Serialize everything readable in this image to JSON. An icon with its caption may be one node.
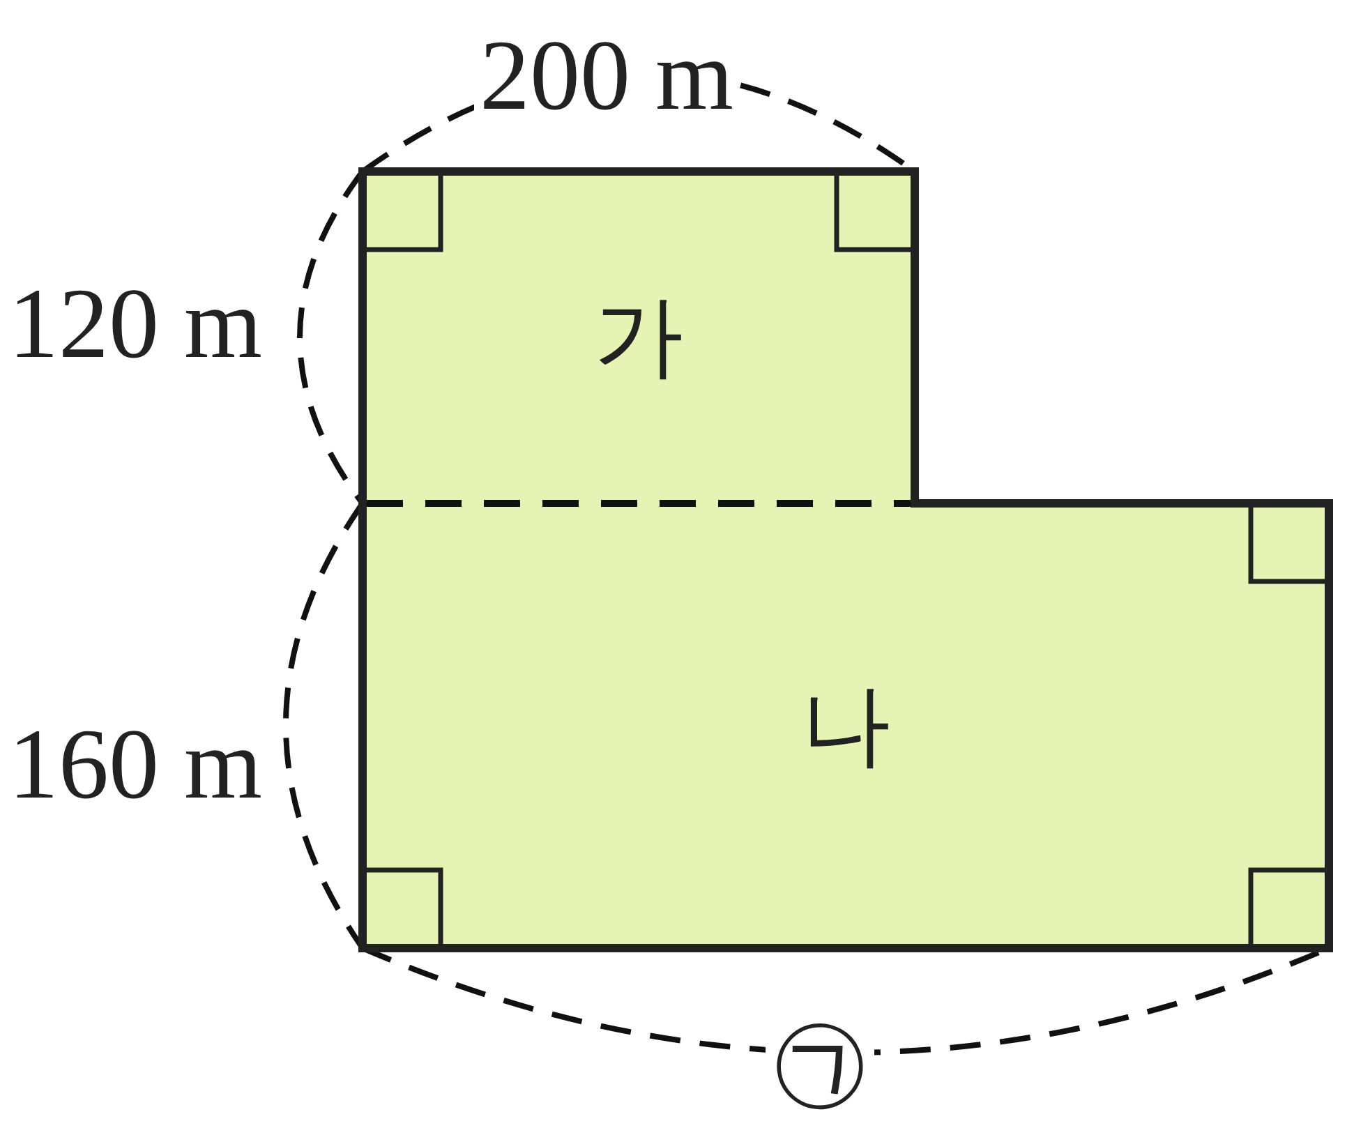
{
  "diagram": {
    "nodes": [
      {
        "text": [
          "가"
        ]
      },
      {
        "text": [
          "나"
        ]
      }
    ],
    "labels": [
      "200 m",
      "120 m",
      "160 m",
      "㉠"
    ]
  }
}
